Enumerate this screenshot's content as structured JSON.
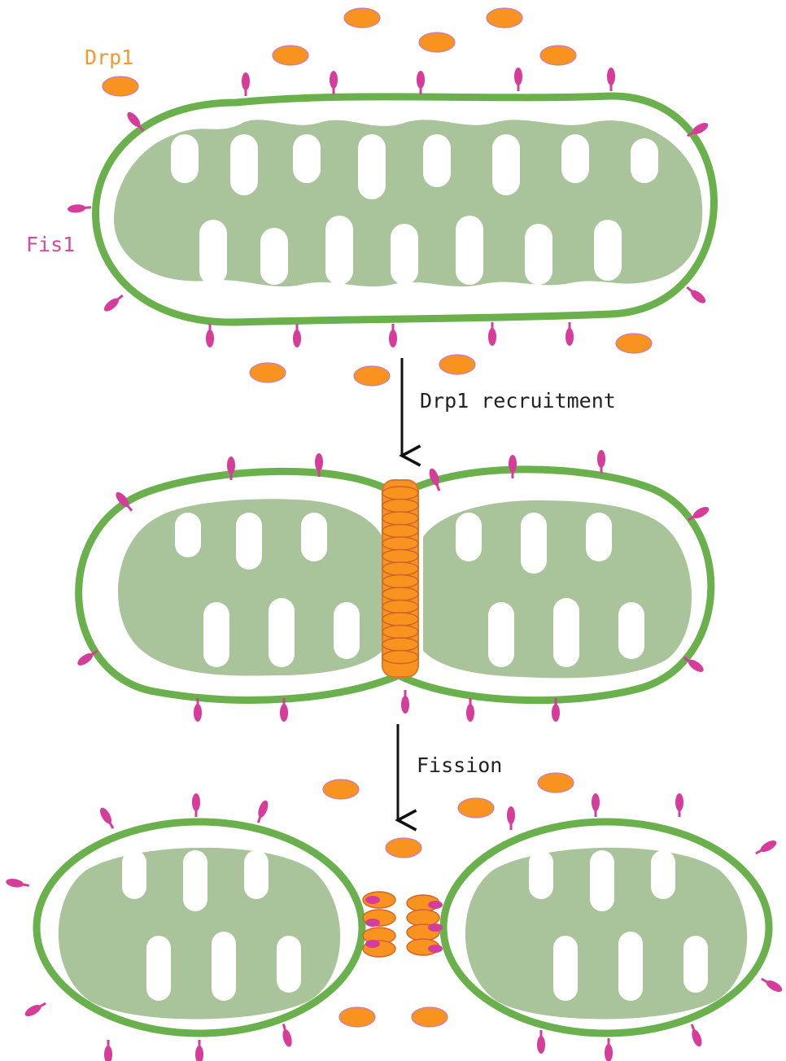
{
  "labels": {
    "drp1": "Drp1",
    "fis1": "Fis1",
    "step1": "Drp1 recruitment",
    "step2": "Fission"
  },
  "colors": {
    "membrane": "#6ab04c",
    "matrix": "#a9c39a",
    "drp1": "#f7931e",
    "drp1_outline": "#c27dc4",
    "fis1": "#d63c9a",
    "arrow": "#111111"
  },
  "icons": {
    "drp1": "orange-ellipse",
    "fis1": "magenta-lollipop",
    "arrow": "down-arrow"
  }
}
